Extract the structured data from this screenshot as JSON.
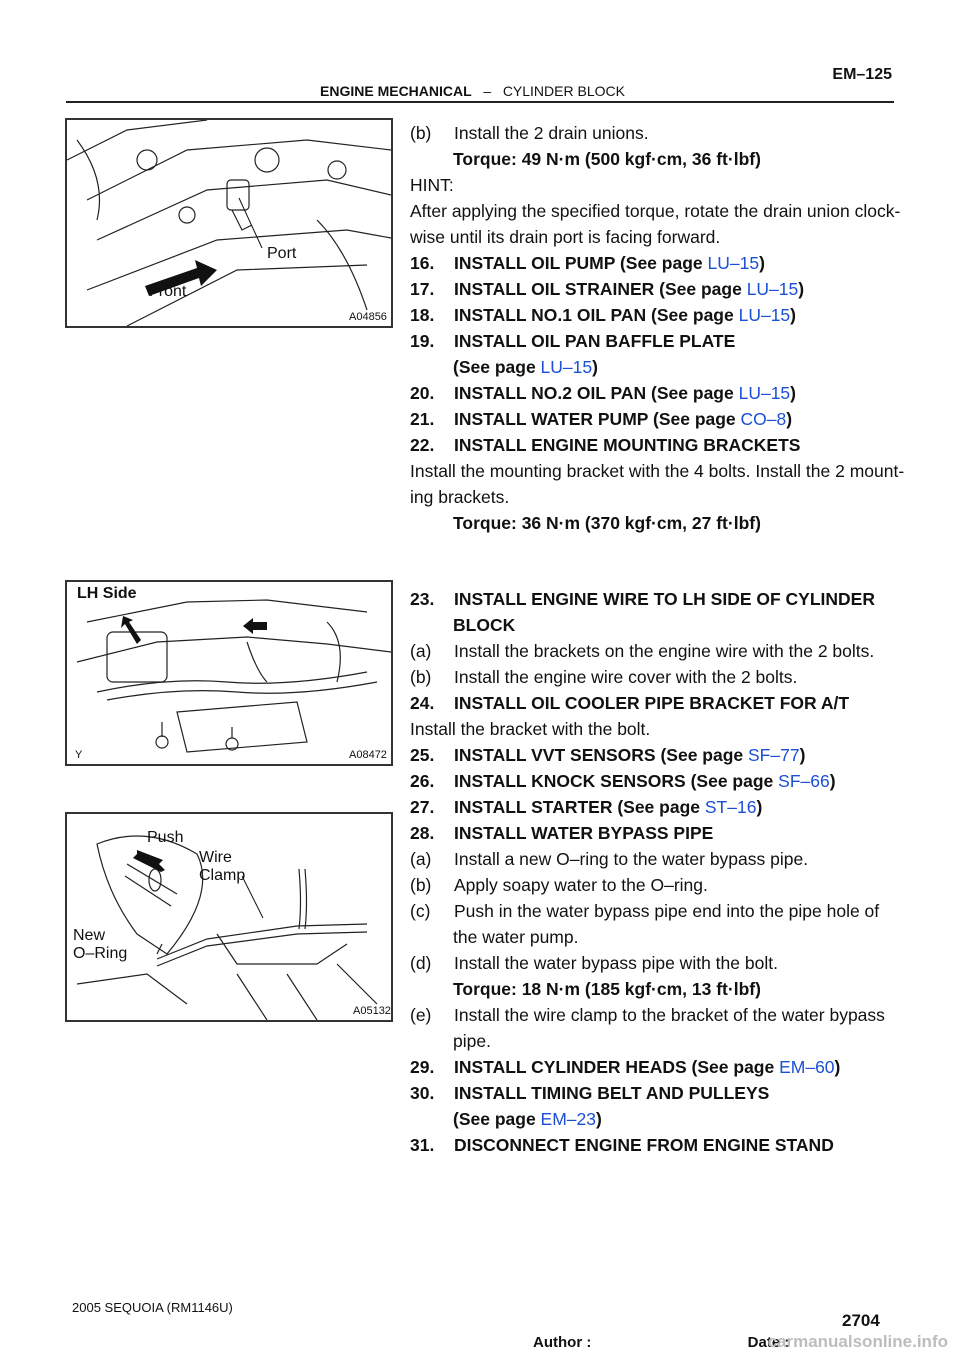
{
  "header": {
    "section_bold": "ENGINE MECHANICAL",
    "section_sep": "–",
    "section_sub": "CYLINDER BLOCK",
    "page_id": "EM–125"
  },
  "figures": [
    {
      "code": "A04856",
      "labels": [
        "Port",
        "Front"
      ]
    },
    {
      "code": "A08472",
      "labels": [
        "LH Side",
        "Y"
      ]
    },
    {
      "code": "A05132",
      "labels": [
        "Push",
        "Wire",
        "Clamp",
        "New",
        "O–Ring"
      ]
    }
  ],
  "lines": [
    {
      "t": "(b)",
      "u": "Install the 2 drain unions."
    },
    {
      "t": "Torque: 49 N·m (500 kgf·cm, 36 ft·lbf)"
    },
    {
      "t": "HINT:"
    },
    {
      "t": "After applying the specified torque, rotate the drain union clock-"
    },
    {
      "t": "wise until its drain port is facing forward."
    },
    {
      "t": "16.",
      "u": "INSTALL OIL PUMP (See page ",
      "link": "LU–15",
      "end": ")"
    },
    {
      "t": "17.",
      "u": "INSTALL OIL STRAINER (See page ",
      "link": "LU–15",
      "end": ")"
    },
    {
      "t": "18.",
      "u": "INSTALL NO.1 OIL PAN (See page ",
      "link": "LU–15",
      "end": ")"
    },
    {
      "t": "19.",
      "u": "INSTALL OIL PAN BAFFLE PLATE"
    },
    {
      "t": "(See page ",
      "link": "LU–15",
      "end": ")"
    },
    {
      "t": "20.",
      "u": "INSTALL NO.2 OIL PAN (See page ",
      "link": "LU–15",
      "end": ")"
    },
    {
      "t": "21.",
      "u": "INSTALL WATER PUMP (See page ",
      "link": "CO–8",
      "end": ")"
    },
    {
      "t": "22.",
      "u": "INSTALL ENGINE MOUNTING BRACKETS"
    },
    {
      "t": "Install the mounting bracket with the 4 bolts. Install the 2 mount-"
    },
    {
      "t": "ing brackets."
    },
    {
      "t": "Torque: 36 N·m (370 kgf·cm, 27 ft·lbf)"
    },
    {
      "t": "23.",
      "u": "INSTALL ENGINE WIRE TO LH SIDE OF CYLINDER"
    },
    {
      "t": "BLOCK"
    },
    {
      "t": "(a)",
      "u": "Install the brackets on the engine wire with the 2 bolts."
    },
    {
      "t": "(b)",
      "u": "Install the engine wire cover with the 2 bolts."
    },
    {
      "t": "24.",
      "u": "INSTALL OIL COOLER PIPE BRACKET FOR A/T"
    },
    {
      "t": "Install the bracket with the bolt."
    },
    {
      "t": "25.",
      "u": "INSTALL VVT SENSORS (See page ",
      "link": "SF–77",
      "end": ")"
    },
    {
      "t": "26.",
      "u": "INSTALL KNOCK SENSORS (See page ",
      "link": "SF–66",
      "end": ")"
    },
    {
      "t": "27.",
      "u": "INSTALL STARTER (See page ",
      "link": "ST–16",
      "end": ")"
    },
    {
      "t": "28.",
      "u": "INSTALL WATER BYPASS PIPE"
    },
    {
      "t": "(a)",
      "u": "Install a new O–ring to the water bypass pipe."
    },
    {
      "t": "(b)",
      "u": "Apply soapy water to the O–ring."
    },
    {
      "t": "(c)",
      "u": "Push in the water bypass pipe end into the pipe hole of"
    },
    {
      "t": "the water pump."
    },
    {
      "t": "(d)",
      "u": "Install the water bypass pipe with the bolt."
    },
    {
      "t": "Torque: 18 N·m (185 kgf·cm, 13 ft·lbf)"
    },
    {
      "t": "(e)",
      "u": "Install the wire clamp to the bracket of the water bypass"
    },
    {
      "t": "pipe."
    },
    {
      "t": "29.",
      "u": "INSTALL CYLINDER HEADS (See page ",
      "link": "EM–60",
      "end": ")"
    },
    {
      "t": "30.",
      "u": "INSTALL TIMING BELT AND PULLEYS"
    },
    {
      "t": "(See page ",
      "link": "EM–23",
      "end": ")"
    },
    {
      "t": "31.",
      "u": "DISCONNECT ENGINE FROM ENGINE STAND"
    }
  ],
  "footer": {
    "model": "2005 SEQUOIA   (RM1146U)",
    "page_number": "2704",
    "author_label": "Author :",
    "date_label": "Date :",
    "watermark": "carmanualsonline.info"
  }
}
